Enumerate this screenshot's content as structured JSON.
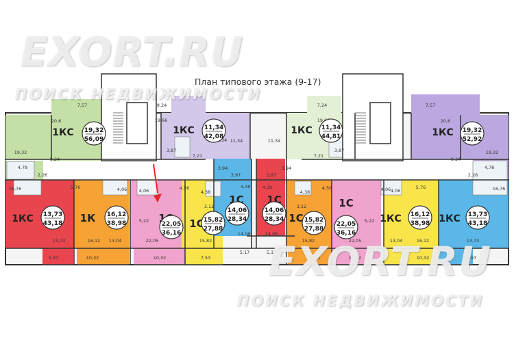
{
  "title": "План типового этажа (9-17)",
  "watermark": {
    "logo": "EXORT.RU",
    "slogan": "ПОИСК НЕДВИЖИМОСТИ"
  },
  "colors": {
    "red": "#e8454e",
    "orange": "#f7a234",
    "pink": "#f0a3cc",
    "yellow": "#f9e54a",
    "blue": "#5ab7e8",
    "green": "#c5e0a7",
    "purple": "#bca8e0",
    "lavender": "#d3c7ea",
    "lightgreen": "#e4f0d5"
  },
  "apartments": [
    {
      "id": "tl",
      "type": "1КС",
      "area": "19,32",
      "total": "56,09",
      "color": "green"
    },
    {
      "id": "tml",
      "type": "1КС",
      "area": "11,34",
      "total": "42,08",
      "color": "lavender"
    },
    {
      "id": "tmr",
      "type": "1КС",
      "area": "11,34",
      "total": "44,81",
      "color": "lightgreen"
    },
    {
      "id": "tr",
      "type": "1КС",
      "area": "19,32",
      "total": "52,92",
      "color": "purple"
    },
    {
      "id": "b1",
      "type": "1КС",
      "area": "13,73",
      "total": "43,18",
      "color": "red"
    },
    {
      "id": "b2",
      "type": "1К",
      "area": "16,12",
      "total": "38,98",
      "color": "orange"
    },
    {
      "id": "b3",
      "type": "1С",
      "area": "22,05",
      "total": "36,16",
      "color": "pink"
    },
    {
      "id": "b4",
      "type": "1С",
      "area": "15,82",
      "total": "27,88",
      "color": "yellow"
    },
    {
      "id": "b5",
      "type": "1С",
      "area": "14,06",
      "total": "28,34",
      "color": "blue"
    },
    {
      "id": "b6",
      "type": "1С",
      "area": "14,06",
      "total": "28,34",
      "color": "red"
    },
    {
      "id": "b7",
      "type": "1С",
      "area": "15,82",
      "total": "27,88",
      "color": "orange"
    },
    {
      "id": "b8",
      "type": "1С",
      "area": "22,05",
      "total": "36,16",
      "color": "pink"
    },
    {
      "id": "b9",
      "type": "1КС",
      "area": "16,12",
      "total": "38,98",
      "color": "yellow"
    },
    {
      "id": "b10",
      "type": "1КС",
      "area": "13,73",
      "total": "43,18",
      "color": "blue"
    }
  ],
  "room_labels": [
    {
      "id": "l1",
      "text": "7,57"
    },
    {
      "id": "l2",
      "text": "20,6"
    },
    {
      "id": "l3",
      "text": "19,32"
    },
    {
      "id": "l4",
      "text": "9,24"
    },
    {
      "id": "l5",
      "text": "4,78"
    },
    {
      "id": "l6",
      "text": "2,26"
    },
    {
      "id": "l7",
      "text": "9,24"
    },
    {
      "id": "l8",
      "text": "19,66"
    },
    {
      "id": "l9",
      "text": "11,34"
    },
    {
      "id": "l10",
      "text": "3,87"
    },
    {
      "id": "l11",
      "text": "7,21"
    },
    {
      "id": "l12",
      "text": "11,34"
    },
    {
      "id": "l13",
      "text": "7,24"
    },
    {
      "id": "l14",
      "text": "19,66"
    },
    {
      "id": "l15",
      "text": "7,21"
    },
    {
      "id": "l16",
      "text": "3,87"
    },
    {
      "id": "l17",
      "text": "11,34"
    },
    {
      "id": "l18",
      "text": "7,57"
    },
    {
      "id": "l19",
      "text": "20,6"
    },
    {
      "id": "l20",
      "text": "19,32"
    },
    {
      "id": "l21",
      "text": "9,24"
    },
    {
      "id": "l22",
      "text": "4,78"
    },
    {
      "id": "l23",
      "text": "2,26"
    },
    {
      "id": "l24",
      "text": "3,94"
    },
    {
      "id": "l25",
      "text": "3,97"
    },
    {
      "id": "l26",
      "text": "4,38"
    },
    {
      "id": "l27",
      "text": "3,94"
    },
    {
      "id": "l28",
      "text": "4,30"
    },
    {
      "id": "l29",
      "text": "3,97"
    },
    {
      "id": "l30",
      "text": "16,76"
    },
    {
      "id": "l31",
      "text": "5,76"
    },
    {
      "id": "l32",
      "text": "4,06"
    },
    {
      "id": "l33",
      "text": "4,06"
    },
    {
      "id": "l34",
      "text": "4,56"
    },
    {
      "id": "l35",
      "text": "4,38"
    },
    {
      "id": "l36",
      "text": "3,12"
    },
    {
      "id": "l37",
      "text": "5,22"
    },
    {
      "id": "l38",
      "text": "4,38"
    },
    {
      "id": "l39",
      "text": "4,56"
    },
    {
      "id": "l40",
      "text": "3,12"
    },
    {
      "id": "l41",
      "text": "4,06"
    },
    {
      "id": "l42",
      "text": "5,22"
    },
    {
      "id": "l43",
      "text": "5,76"
    },
    {
      "id": "l44",
      "text": "4,06"
    },
    {
      "id": "l45",
      "text": "16,76"
    },
    {
      "id": "l46",
      "text": "13,73"
    },
    {
      "id": "l47",
      "text": "16,12"
    },
    {
      "id": "l48",
      "text": "13,04"
    },
    {
      "id": "l49",
      "text": "22,05"
    },
    {
      "id": "l50",
      "text": "15,82"
    },
    {
      "id": "l51",
      "text": "14,06"
    },
    {
      "id": "l52",
      "text": "14,06"
    },
    {
      "id": "l53",
      "text": "15,82"
    },
    {
      "id": "l54",
      "text": "22,05"
    },
    {
      "id": "l55",
      "text": "13,04"
    },
    {
      "id": "l56",
      "text": "16,12"
    },
    {
      "id": "l57",
      "text": "13,73"
    },
    {
      "id": "l58",
      "text": "5,97"
    },
    {
      "id": "l59",
      "text": "10,32"
    },
    {
      "id": "l60",
      "text": "10,32"
    },
    {
      "id": "l61",
      "text": "7,53"
    },
    {
      "id": "l62",
      "text": "5,17"
    },
    {
      "id": "l63",
      "text": "5,17"
    },
    {
      "id": "l64",
      "text": "7,53"
    },
    {
      "id": "l65",
      "text": "10,32"
    },
    {
      "id": "l66",
      "text": "10,32"
    },
    {
      "id": "l67",
      "text": "5,97"
    }
  ]
}
